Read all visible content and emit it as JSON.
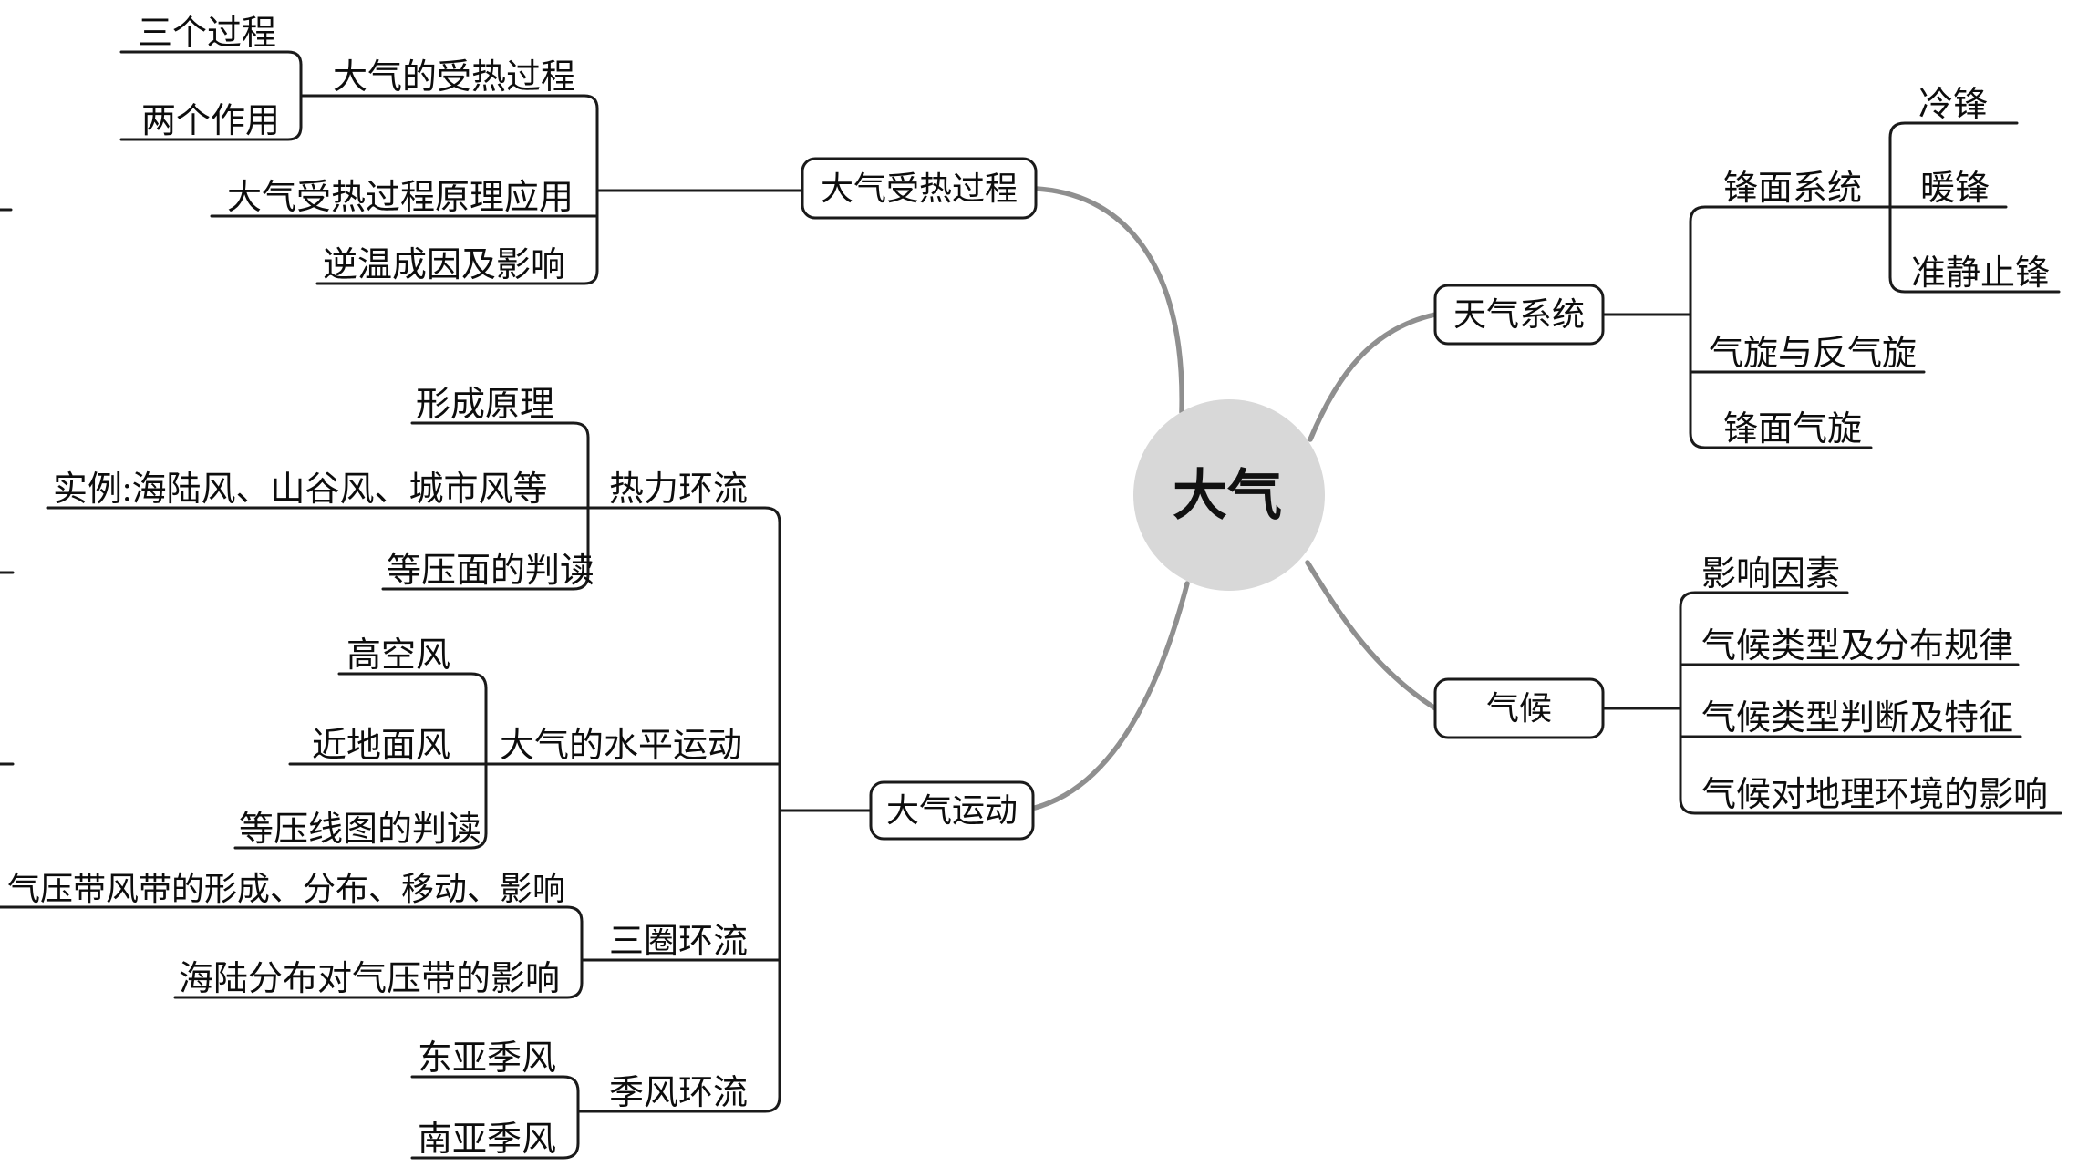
{
  "page": {
    "background": "#ffffff",
    "kind": "mindmap"
  },
  "palette": {
    "center_fill": "#d8d8d8",
    "curve_color": "#8f8f8f",
    "line_color": "#1a1a1a",
    "text_color": "#0d0d0d",
    "node_fill": "#ffffff"
  },
  "map": {
    "center": {
      "label": "大气"
    },
    "heating": {
      "node": "大气受热过程",
      "process": {
        "label": "大气的受热过程",
        "three": "三个过程",
        "two": "两个作用"
      },
      "application": "大气受热过程原理应用",
      "inversion": "逆温成因及影响"
    },
    "weather": {
      "node": "天气系统",
      "front": {
        "label": "锋面系统",
        "cold": "冷锋",
        "warm": "暖锋",
        "quasi": "准静止锋"
      },
      "cyclone": "气旋与反气旋",
      "front_cyclone": "锋面气旋"
    },
    "climate": {
      "node": "气候",
      "factors": "影响因素",
      "types": "气候类型及分布规律",
      "judge": "气候类型判断及特征",
      "impact": "气候对地理环境的影响"
    },
    "motion": {
      "node": "大气运动",
      "thermal": {
        "label": "热力环流",
        "principle": "形成原理",
        "examples": "实例:海陆风、山谷风、城市风等",
        "isobaric_surface": "等压面的判读"
      },
      "horizontal": {
        "label": "大气的水平运动",
        "upper": "高空风",
        "surface": "近地面风",
        "isobar_map": "等压线图的判读"
      },
      "three_cell": {
        "label": "三圈环流",
        "belts": "气压带风带的形成、分布、移动、影响",
        "land_sea": "海陆分布对气压带的影响"
      },
      "monsoon": {
        "label": "季风环流",
        "east_asia": "东亚季风",
        "south_asia": "南亚季风"
      }
    }
  }
}
